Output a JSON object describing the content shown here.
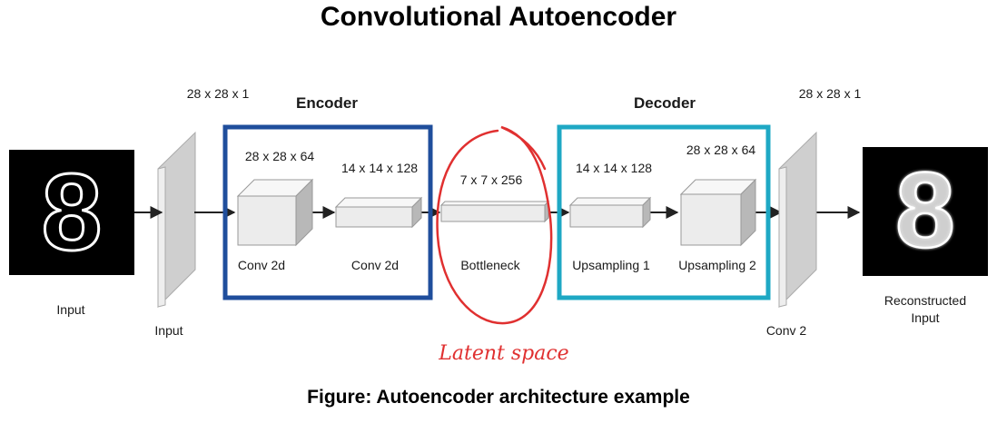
{
  "title": "Convolutional Autoencoder",
  "caption": "Figure: Autoencoder architecture example",
  "labels": {
    "input_image": "Input",
    "input_layer": "Input",
    "input_dims": "28 x 28 x 1",
    "encoder": "Encoder",
    "enc_conv1_dims": "28 x 28 x 64",
    "enc_conv1": "Conv 2d",
    "enc_conv2_dims": "14 x 14 x 128",
    "enc_conv2": "Conv 2d",
    "bottleneck_dims": "7 x 7 x 256",
    "bottleneck": "Bottleneck",
    "latent_space": "Latent space",
    "decoder": "Decoder",
    "dec_up1_dims": "14 x 14 x 128",
    "dec_up1": "Upsampling 1",
    "dec_up2_dims": "28 x 28 x 64",
    "dec_up2": "Upsampling 2",
    "output_dims": "28 x 28 x 1",
    "output_layer": "Conv 2",
    "output_image_line1": "Reconstructed",
    "output_image_line2": "Input",
    "digit_in": "8",
    "digit_out": "8"
  },
  "colors": {
    "encoder_border": "#1f4e9c",
    "decoder_border": "#1ea8c4",
    "annotation": "#e03030",
    "cube_face": "#ececec",
    "cube_top": "#f7f7f7",
    "cube_side": "#b8b8b8"
  }
}
